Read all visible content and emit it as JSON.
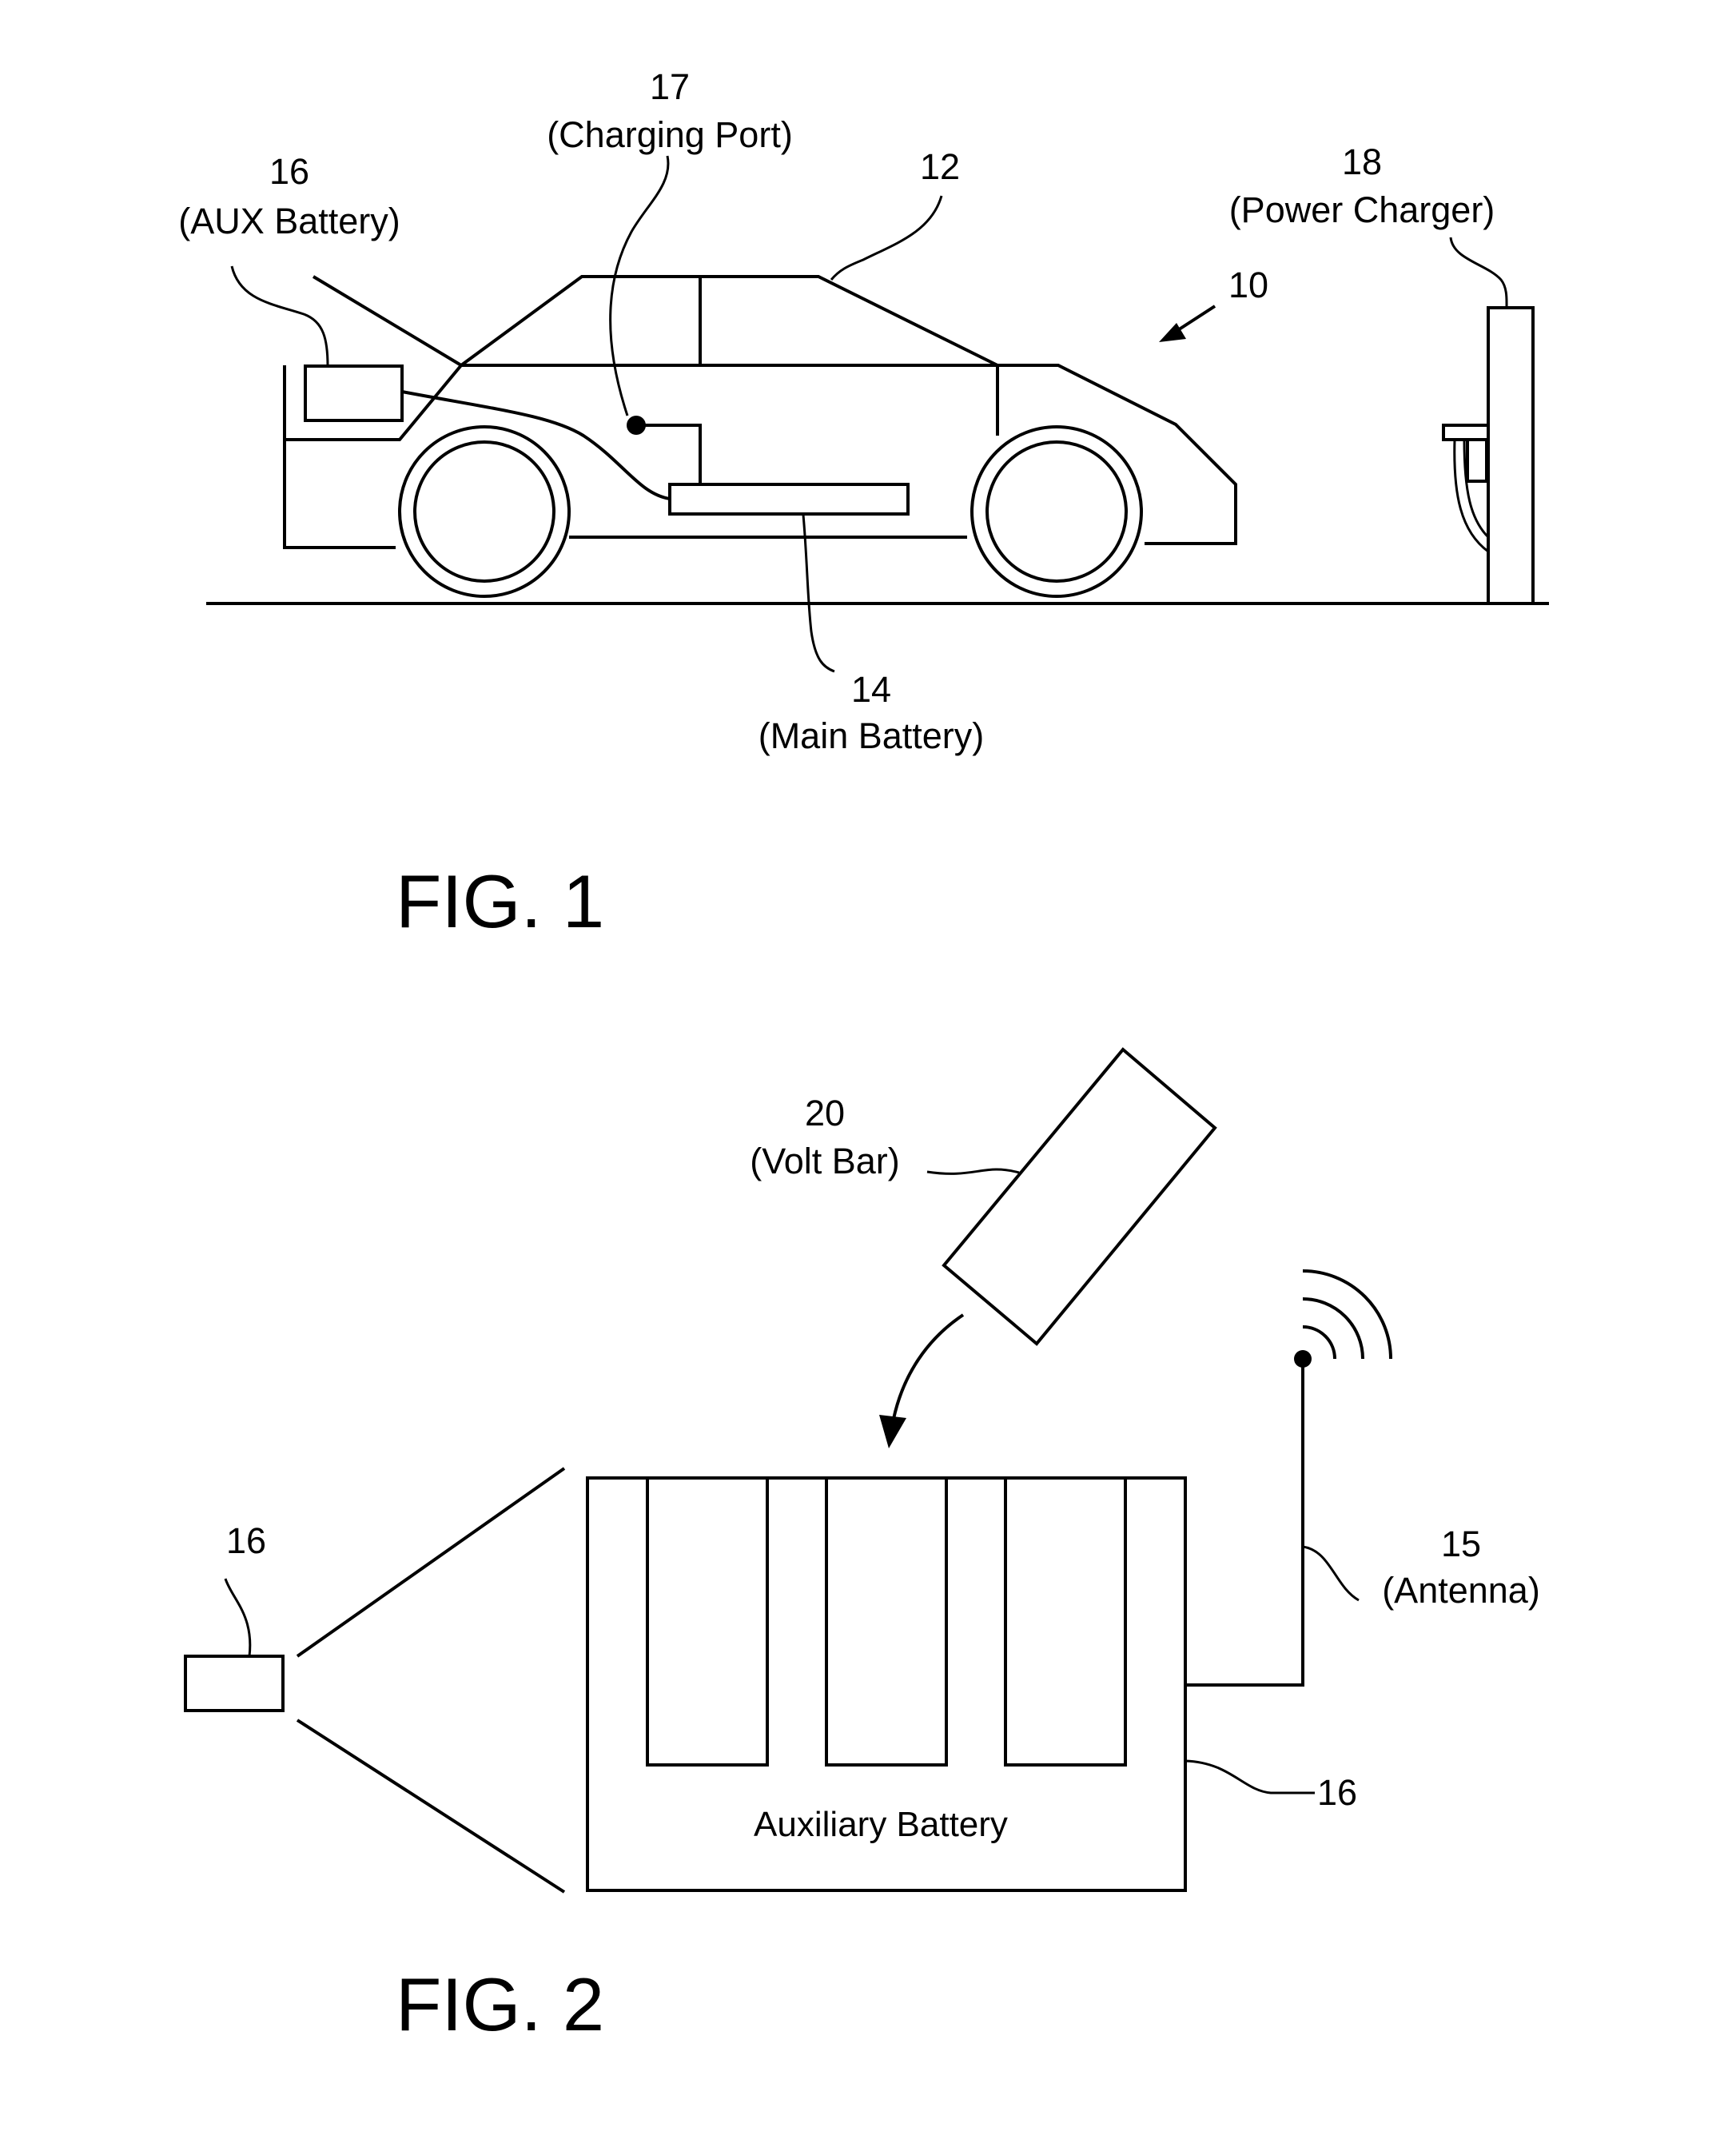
{
  "figure1": {
    "title": "FIG. 1",
    "labels": {
      "aux_battery": {
        "ref": "16",
        "name": "(AUX Battery)"
      },
      "charging_port": {
        "ref": "17",
        "name": "(Charging Port)"
      },
      "car_body": {
        "ref": "12"
      },
      "vehicle": {
        "ref": "10"
      },
      "power_charger": {
        "ref": "18",
        "name": "(Power Charger)"
      },
      "main_battery": {
        "ref": "14",
        "name": "(Main Battery)"
      }
    }
  },
  "figure2": {
    "title": "FIG. 2",
    "labels": {
      "volt_bar": {
        "ref": "20",
        "name": "(Volt Bar)"
      },
      "small_battery": {
        "ref": "16"
      },
      "antenna": {
        "ref": "15",
        "name": "(Antenna)"
      },
      "battery_ref": {
        "ref": "16"
      },
      "battery_caption": "Auxiliary Battery"
    }
  }
}
